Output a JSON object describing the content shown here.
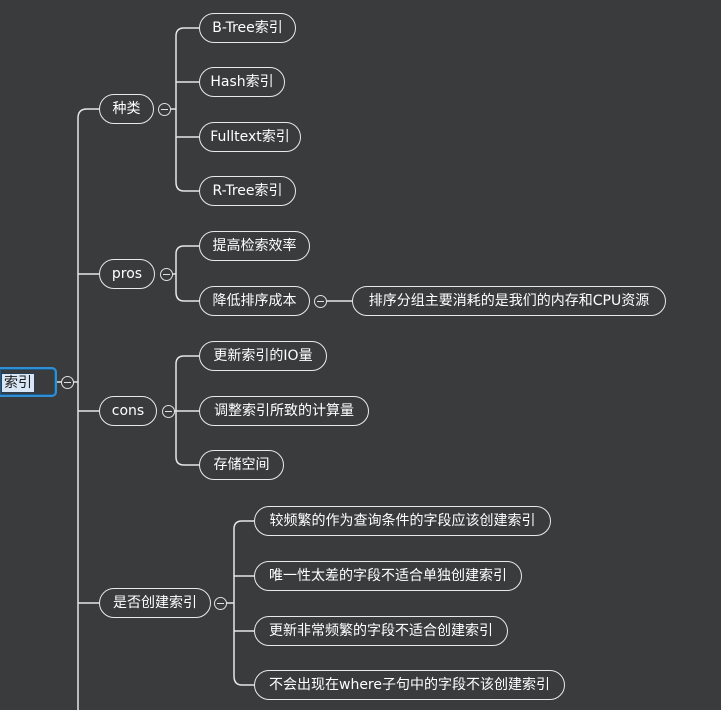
{
  "root": {
    "label": "索引"
  },
  "branches": {
    "types": {
      "label": "种类",
      "children": [
        "B-Tree索引",
        "Hash索引",
        "Fulltext索引",
        "R-Tree索引"
      ]
    },
    "pros": {
      "label": "pros",
      "children": [
        "提高检索效率",
        "降低排序成本"
      ],
      "grandchild": "排序分组主要消耗的是我们的内存和CPU资源"
    },
    "cons": {
      "label": "cons",
      "children": [
        "更新索引的IO量",
        "调整索引所致的计算量",
        "存储空间"
      ]
    },
    "whether": {
      "label": "是否创建索引",
      "children": [
        "较频繁的作为查询条件的字段应该创建索引",
        "唯一性太差的字段不适合单独创建索引",
        "更新非常频繁的字段不适合创建索引",
        "不会出现在where子句中的字段不该创建索引"
      ]
    }
  },
  "colors": {
    "background": "#3a3b3d",
    "line": "#e6e6e6",
    "selection": "#2f8fd6"
  }
}
